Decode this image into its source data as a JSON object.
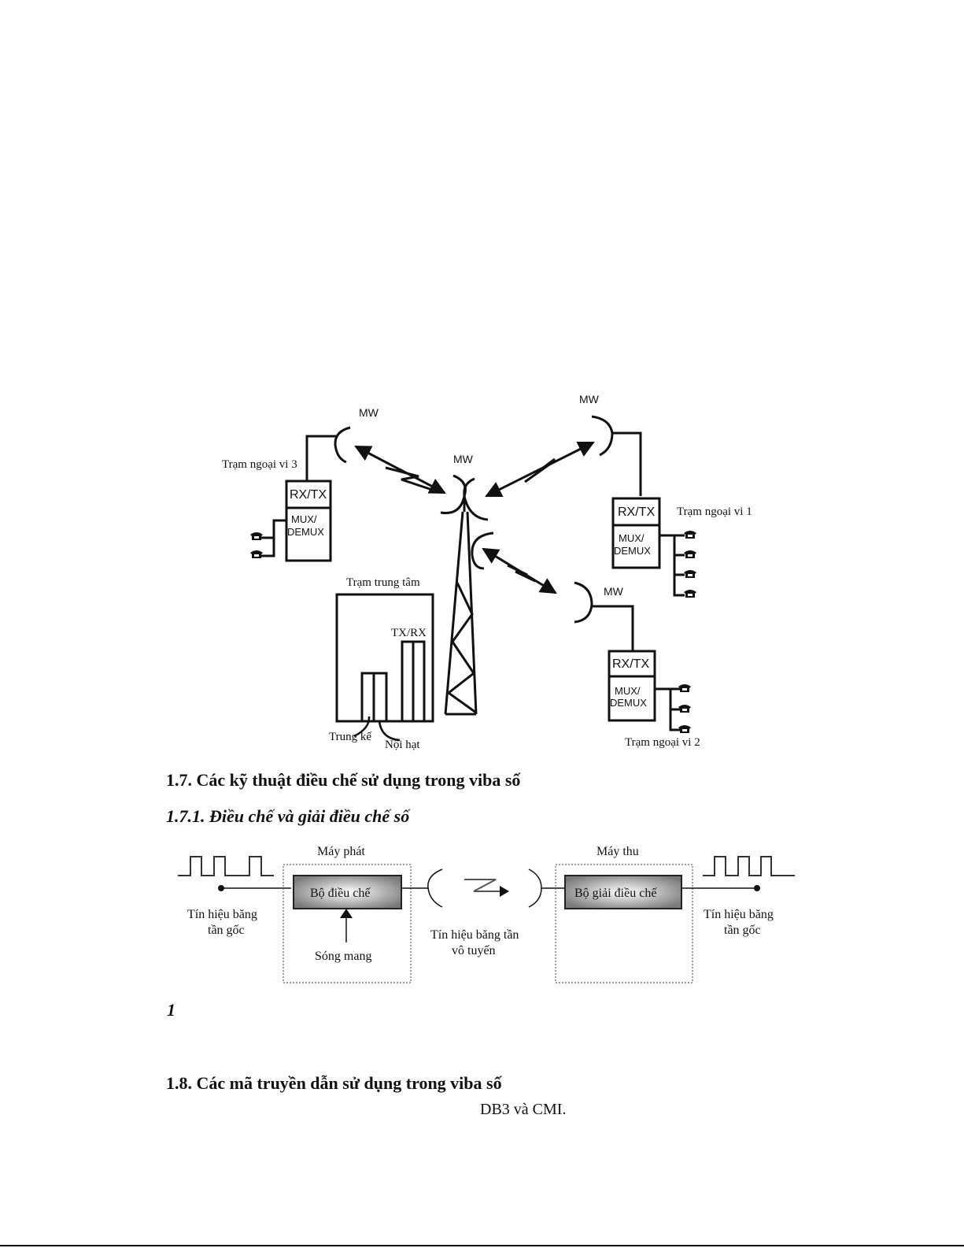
{
  "network_diagram": {
    "tower_label": "MW",
    "center_station": {
      "label": "Trạm trung tâm",
      "txrx_label": "TX/RX",
      "trunk_label": "Trung kế",
      "local_label": "Nội hạt"
    },
    "remote_stations": [
      {
        "name": "Trạm ngoại vi 3",
        "antenna_label": "MW",
        "rxtx_label": "RX/TX",
        "mux_line1": "MUX/",
        "mux_line2": "DEMUX",
        "phones": 2
      },
      {
        "name": "Trạm ngoại vi 1",
        "antenna_label": "MW",
        "rxtx_label": "RX/TX",
        "mux_line1": "MUX/",
        "mux_line2": "DEMUX",
        "phones": 4
      },
      {
        "name": "Trạm ngoại vi 2",
        "antenna_label": "MW",
        "rxtx_label": "RX/TX",
        "mux_line1": "MUX/",
        "mux_line2": "DEMUX",
        "phones": 3
      }
    ]
  },
  "section_1_7": {
    "heading": "1.7. Các kỹ thuật điều chế sử dụng trong viba số",
    "subheading": "1.7.1. Điều chế và giải điều chế số"
  },
  "modulation_diagram": {
    "transmitter_label": "Máy phát",
    "receiver_label": "Máy thu",
    "modulator_label": "Bộ điều chế",
    "demodulator_label": "Bộ giải điều chế",
    "carrier_label": "Sóng mang",
    "baseband_in_line1": "Tín hiệu băng",
    "baseband_in_line2": "tần gốc",
    "baseband_out_line1": "Tín hiệu băng",
    "baseband_out_line2": "tần gốc",
    "radio_line1": "Tín hiệu băng tần",
    "radio_line2": "vô tuyến"
  },
  "fragment_number": "1",
  "section_1_8": {
    "heading": "1.8. Các mã truyền dẫn sử dụng trong viba số",
    "text_fragment": "DB3 và CMI."
  }
}
